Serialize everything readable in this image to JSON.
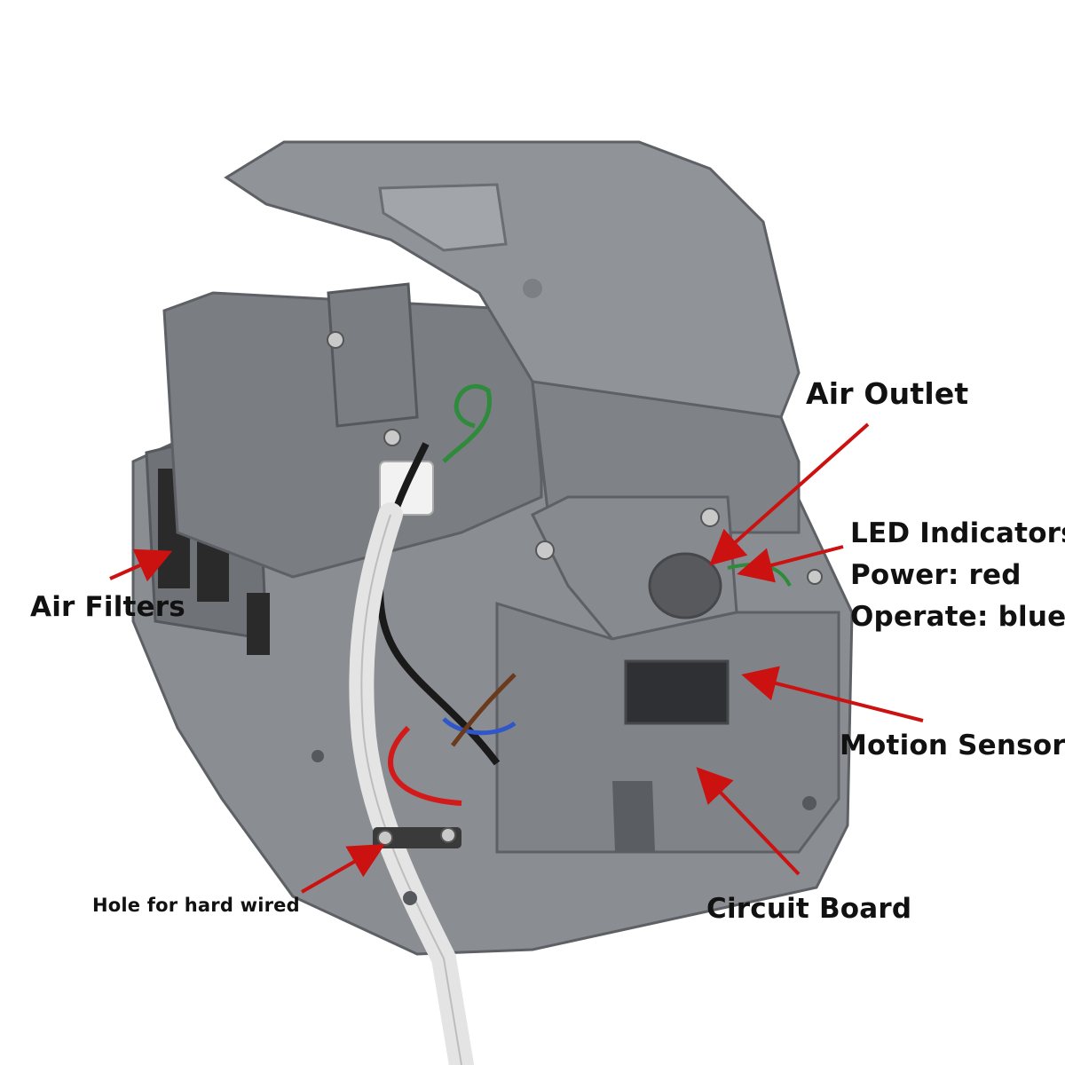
{
  "labels": {
    "air_outlet": "Air Outlet",
    "led_indicators": "LED Indicators",
    "power": "Power: red",
    "operate": "Operate: blue",
    "air_filters": "Air Filters",
    "motion_sensor": "Motion Sensor",
    "circuit_board": "Circuit Board",
    "hole": "Hole for hard wired"
  },
  "colors": {
    "arrow": "#cc1111",
    "housing": "#7d8084",
    "housing_dark": "#5f6266",
    "housing_light": "#989ba0",
    "cable": "#e6e6e6",
    "label_text": "#111111"
  }
}
